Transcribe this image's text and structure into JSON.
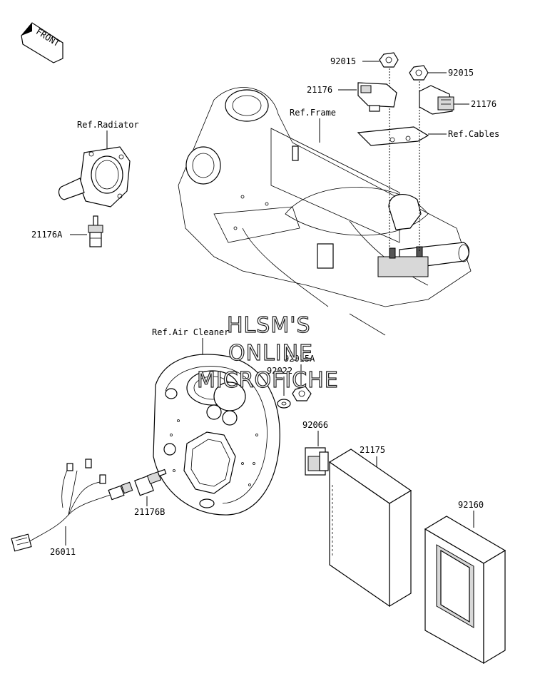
{
  "direction_badge": "FRONT",
  "refs": {
    "radiator": "Ref.Radiator",
    "frame": "Ref.Frame",
    "cables": "Ref.Cables",
    "air_cleaner": "Ref.Air Cleaner"
  },
  "parts": {
    "p92015_top": "92015",
    "p92015_right": "92015",
    "p21176_left": "21176",
    "p21176_right": "21176",
    "p21176A": "21176A",
    "p21176B": "21176B",
    "p92015A": "92015A",
    "p92022": "92022",
    "p92066": "92066",
    "p21175": "21175",
    "p92160": "92160",
    "p26011": "26011"
  },
  "watermark": {
    "line1": "HLSM'S",
    "line2": "ONLINE",
    "line3": "MICROFICHE"
  }
}
